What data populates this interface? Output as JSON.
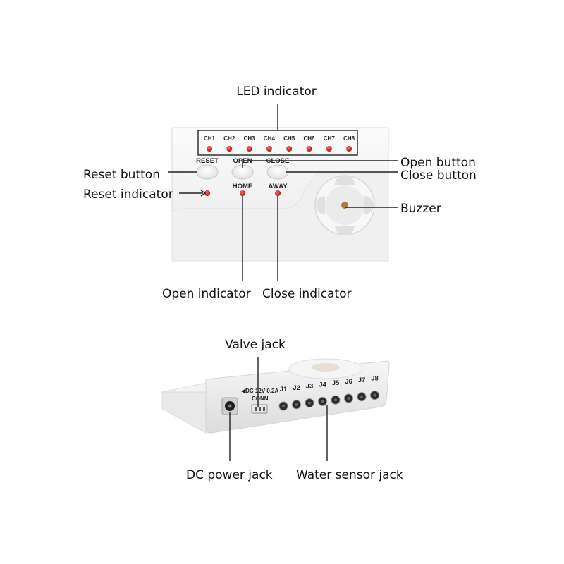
{
  "callouts": {
    "led_indicator": "LED indicator",
    "open_button": "Open button",
    "close_button": "Close button",
    "reset_button": "Reset button",
    "reset_indicator": "Reset indicator",
    "buzzer": "Buzzer",
    "open_indicator": "Open indicator",
    "close_indicator": "Close indicator",
    "valve_jack": "Valve jack",
    "dc_power_jack": "DC power jack",
    "water_sensor_jack": "Water sensor jack"
  },
  "panel": {
    "channels": [
      "CH1",
      "CH2",
      "CH3",
      "CH4",
      "CH5",
      "CH6",
      "CH7",
      "CH8"
    ],
    "reset": "RESET",
    "open": "OPEN",
    "close": "CLOSE",
    "home": "HOME",
    "away": "AWAY"
  },
  "side": {
    "dc_label": "◀DC 12V 0.2A",
    "conn": "CONN",
    "jacks": [
      "J1",
      "J2",
      "J3",
      "J4",
      "J5",
      "J6",
      "J7",
      "J8"
    ]
  },
  "colors": {
    "led": "#c62020",
    "body": "#f4f4f4"
  }
}
